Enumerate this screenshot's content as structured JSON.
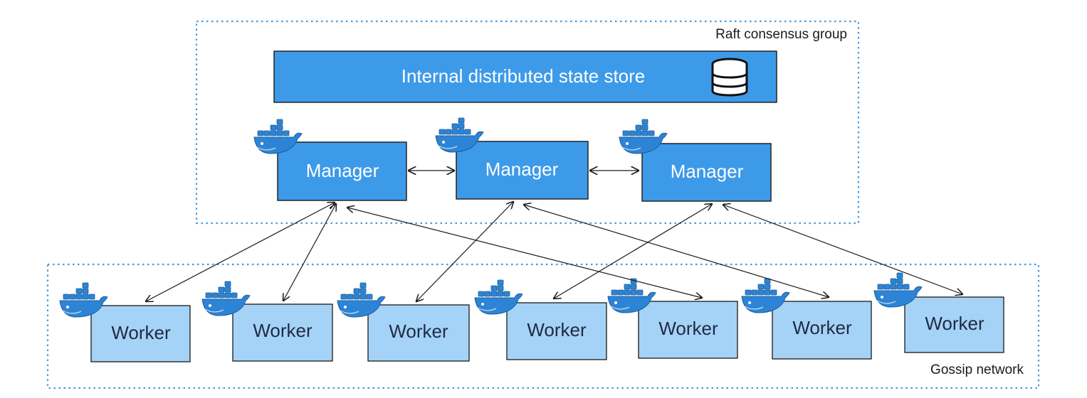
{
  "labels": {
    "raft_group": "Raft consensus group",
    "gossip_network": "Gossip network",
    "state_store": "Internal distributed state store"
  },
  "managers": [
    {
      "label": "Manager"
    },
    {
      "label": "Manager"
    },
    {
      "label": "Manager"
    }
  ],
  "workers": [
    {
      "label": "Worker"
    },
    {
      "label": "Worker"
    },
    {
      "label": "Worker"
    },
    {
      "label": "Worker"
    },
    {
      "label": "Worker"
    },
    {
      "label": "Worker"
    },
    {
      "label": "Worker"
    }
  ],
  "icons": {
    "node_icon": "docker-whale-icon",
    "store_icon": "database-icon"
  },
  "colors": {
    "manager_fill": "#3d9ae8",
    "worker_fill": "#a5d3f7",
    "border_dotted": "#4a9ad8",
    "stroke": "#1a1a1a",
    "whale": "#2d84d6"
  }
}
